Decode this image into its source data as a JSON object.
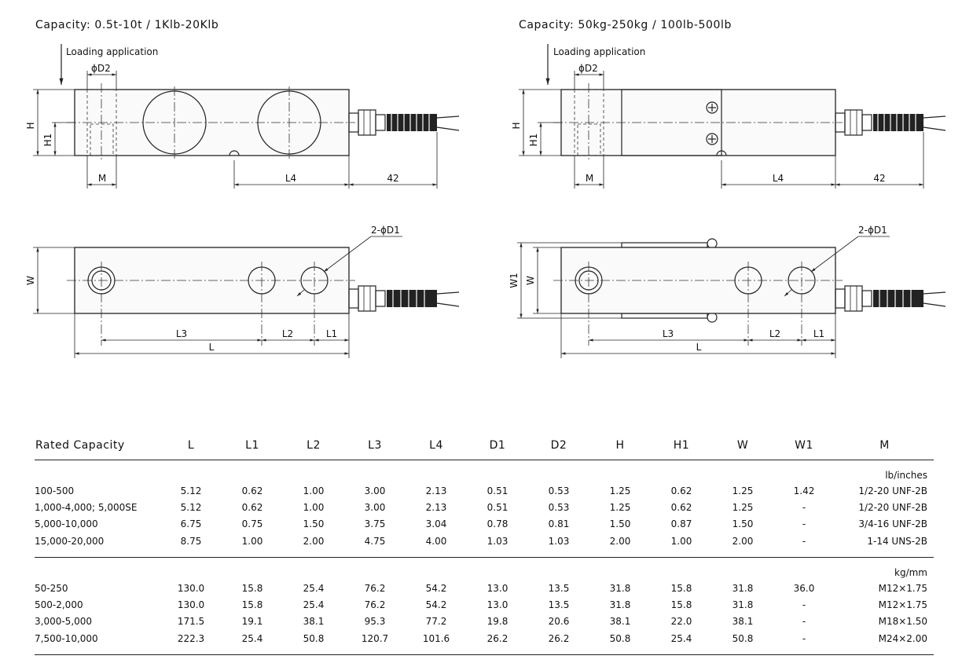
{
  "left_view": {
    "capacity_title": "Capacity: 0.5t-10t / 1Klb-20Klb",
    "loading_label": "Loading application",
    "dims": {
      "D2": "ϕD2",
      "H": "H",
      "H1": "H1",
      "M": "M",
      "L4": "L4",
      "cable": "42",
      "D1": "2-ϕD1",
      "W": "W",
      "L3": "L3",
      "L2": "L2",
      "L1": "L1",
      "L": "L"
    }
  },
  "right_view": {
    "capacity_title": "Capacity: 50kg-250kg / 100lb-500lb",
    "loading_label": "Loading application",
    "dims": {
      "D2": "ϕD2",
      "H": "H",
      "H1": "H1",
      "M": "M",
      "L4": "L4",
      "cable": "42",
      "D1": "2-ϕD1",
      "W1": "W1",
      "W": "W",
      "L3": "L3",
      "L2": "L2",
      "L1": "L1",
      "L": "L"
    }
  },
  "table": {
    "headers": [
      "Rated Capacity",
      "L",
      "L1",
      "L2",
      "L3",
      "L4",
      "D1",
      "D2",
      "H",
      "H1",
      "W",
      "W1",
      "M"
    ],
    "sections": [
      {
        "unit": "lb/inches",
        "rows": [
          [
            "100-500",
            "5.12",
            "0.62",
            "1.00",
            "3.00",
            "2.13",
            "0.51",
            "0.53",
            "1.25",
            "0.62",
            "1.25",
            "1.42",
            "1/2-20 UNF-2B"
          ],
          [
            "1,000-4,000; 5,000SE",
            "5.12",
            "0.62",
            "1.00",
            "3.00",
            "2.13",
            "0.51",
            "0.53",
            "1.25",
            "0.62",
            "1.25",
            "-",
            "1/2-20 UNF-2B"
          ],
          [
            "5,000-10,000",
            "6.75",
            "0.75",
            "1.50",
            "3.75",
            "3.04",
            "0.78",
            "0.81",
            "1.50",
            "0.87",
            "1.50",
            "-",
            "3/4-16 UNF-2B"
          ],
          [
            "15,000-20,000",
            "8.75",
            "1.00",
            "2.00",
            "4.75",
            "4.00",
            "1.03",
            "1.03",
            "2.00",
            "1.00",
            "2.00",
            "-",
            "1-14 UNS-2B"
          ]
        ]
      },
      {
        "unit": "kg/mm",
        "rows": [
          [
            "50-250",
            "130.0",
            "15.8",
            "25.4",
            "76.2",
            "54.2",
            "13.0",
            "13.5",
            "31.8",
            "15.8",
            "31.8",
            "36.0",
            "M12×1.75"
          ],
          [
            "500-2,000",
            "130.0",
            "15.8",
            "25.4",
            "76.2",
            "54.2",
            "13.0",
            "13.5",
            "31.8",
            "15.8",
            "31.8",
            "-",
            "M12×1.75"
          ],
          [
            "3,000-5,000",
            "171.5",
            "19.1",
            "38.1",
            "95.3",
            "77.2",
            "19.8",
            "20.6",
            "38.1",
            "22.0",
            "38.1",
            "-",
            "M18×1.50"
          ],
          [
            "7,500-10,000",
            "222.3",
            "25.4",
            "50.8",
            "120.7",
            "101.6",
            "26.2",
            "26.2",
            "50.8",
            "25.4",
            "50.8",
            "-",
            "M24×2.00"
          ]
        ]
      }
    ]
  }
}
